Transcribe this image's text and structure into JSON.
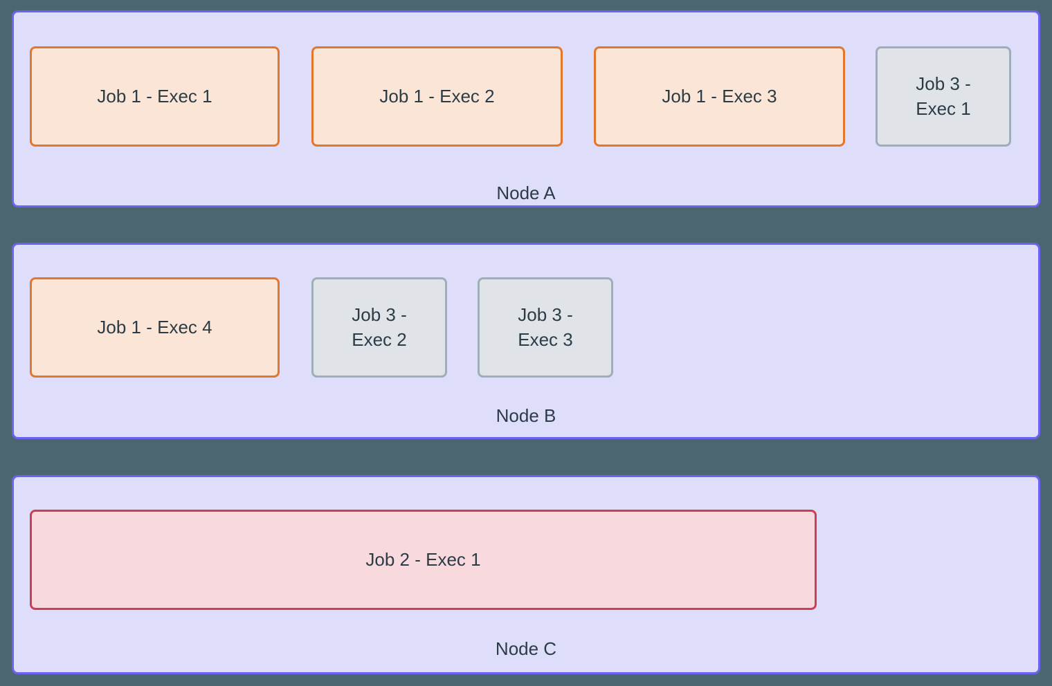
{
  "colors": {
    "background": "#4c6670",
    "node_fill": "#dedefa",
    "node_border": "#6c63f5",
    "running_fill": "#fae5d6",
    "running_border": "#e1762d",
    "idle_fill": "#e0e4e8",
    "idle_border": "#9daeb8",
    "failed_fill": "#f8dade",
    "failed_border": "#cc3e51",
    "text": "#2b3c46"
  },
  "nodes": [
    {
      "id": "node-a",
      "label": "Node A",
      "executors": [
        {
          "id": "j1e1",
          "label": "Job 1 - Exec 1",
          "style": "orange"
        },
        {
          "id": "j1e2",
          "label": "Job 1 - Exec 2",
          "style": "orange"
        },
        {
          "id": "j1e3",
          "label": "Job 1 - Exec 3",
          "style": "orange"
        },
        {
          "id": "j3e1",
          "label": "Job  3 -\nExec 1",
          "style": "gray"
        }
      ]
    },
    {
      "id": "node-b",
      "label": "Node B",
      "executors": [
        {
          "id": "j1e4",
          "label": "Job 1 - Exec 4",
          "style": "orange"
        },
        {
          "id": "j3e2",
          "label": "Job 3 -\nExec 2",
          "style": "gray"
        },
        {
          "id": "j3e3",
          "label": "Job  3 -\nExec 3",
          "style": "gray"
        }
      ]
    },
    {
      "id": "node-c",
      "label": "Node C",
      "executors": [
        {
          "id": "j2e1",
          "label": "Job 2 - Exec 1",
          "style": "red"
        }
      ]
    }
  ]
}
